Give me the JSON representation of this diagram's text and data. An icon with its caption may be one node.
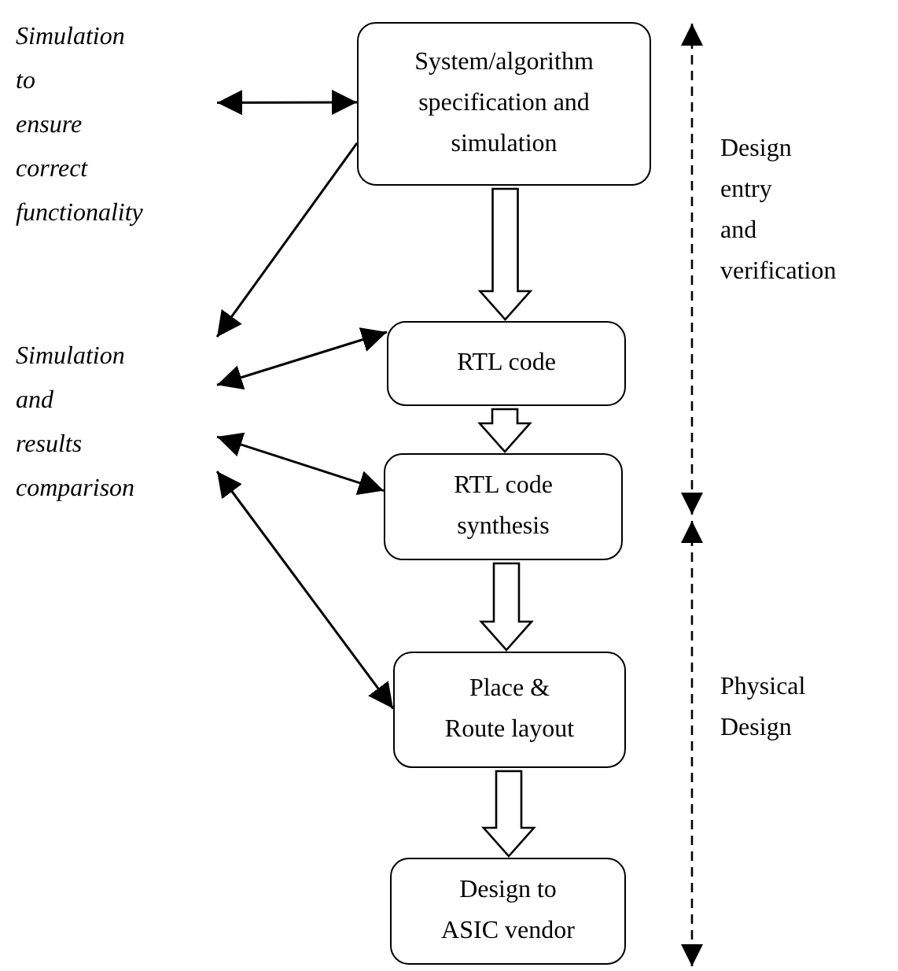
{
  "diagram": {
    "nodes": [
      {
        "text": [
          "System/algorithm specification and simulation"
        ]
      },
      {
        "text": [
          "RTL code"
        ]
      },
      {
        "text": [
          "RTL code synthesis"
        ]
      },
      {
        "text": [
          "Place & Route layout"
        ]
      },
      {
        "text": [
          "Design to ASIC vendor"
        ]
      },
      {
        "text": [
          "Simulation to ensure correct functionality"
        ]
      },
      {
        "text": [
          "Simulation and results comparison"
        ]
      }
    ],
    "edges": [
      {
        "from": 5,
        "to": 0,
        "arrow": "both"
      },
      {
        "from": 0,
        "to": 6,
        "arrow": "to"
      },
      {
        "from": 6,
        "to": 1,
        "arrow": "both"
      },
      {
        "from": 6,
        "to": 2,
        "arrow": "both"
      },
      {
        "from": 6,
        "to": 3,
        "arrow": "both"
      },
      {
        "from": 0,
        "to": 1,
        "arrow": "to",
        "style": "thick"
      },
      {
        "from": 1,
        "to": 2,
        "arrow": "to",
        "style": "thick"
      },
      {
        "from": 2,
        "to": 3,
        "arrow": "to",
        "style": "thick"
      },
      {
        "from": 3,
        "to": 4,
        "arrow": "to",
        "style": "thick"
      }
    ],
    "labels": [
      "Design entry and verification",
      "Physical Design"
    ]
  }
}
